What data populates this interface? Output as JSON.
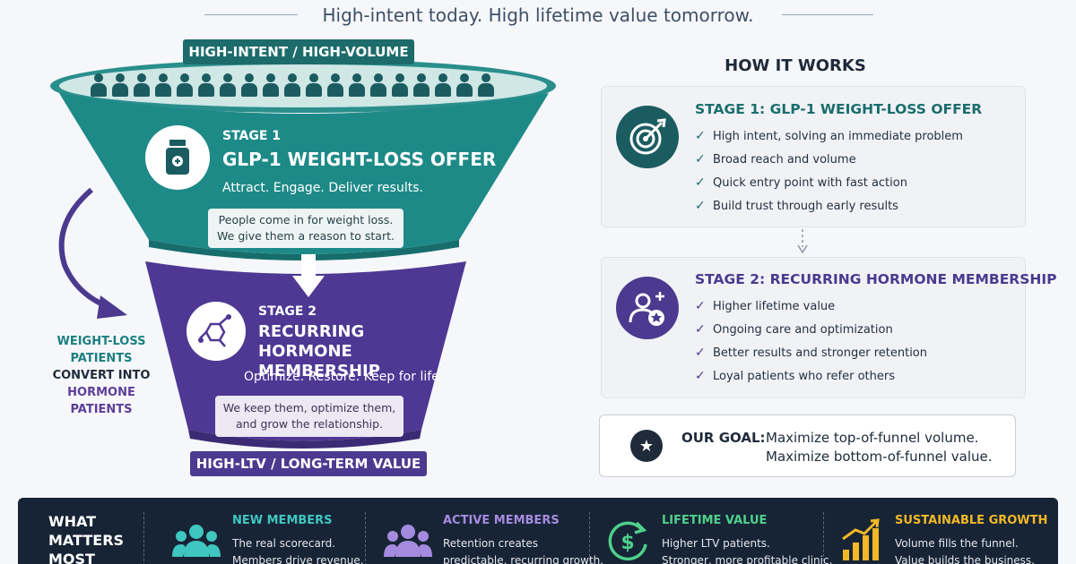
{
  "header": {
    "tagline": "High-intent today. High lifetime value tomorrow."
  },
  "funnel": {
    "top_label": "HIGH-INTENT / HIGH-VOLUME",
    "stage1": {
      "label": "STAGE 1",
      "title": "GLP-1 WEIGHT-LOSS OFFER",
      "subtitle": "Attract. Engage. Deliver results.",
      "note_line1": "People come in for weight loss.",
      "note_line2": "We give them a reason to start.",
      "icon": "medicine-bottle-icon",
      "color": "#1e8a88"
    },
    "stage2": {
      "label": "STAGE 2",
      "title_line1": "RECURRING HORMONE",
      "title_line2": "MEMBERSHIP",
      "subtitle": "Optimize. Restore. Keep for life.",
      "note_line1": "We keep them, optimize them,",
      "note_line2": "and grow the relationship.",
      "icon": "molecule-icon",
      "color": "#4f3894"
    },
    "bottom_label": "HIGH-LTV / LONG-TERM VALUE",
    "convert": {
      "line1": "WEIGHT-LOSS",
      "line2": "PATIENTS",
      "line3": "CONVERT INTO",
      "line4": "HORMONE",
      "line5": "PATIENTS"
    }
  },
  "how_it_works": {
    "title": "HOW IT WORKS",
    "stage1": {
      "title": "STAGE 1:  GLP-1 WEIGHT-LOSS OFFER",
      "icon": "target-icon",
      "bullets": [
        "High intent, solving an immediate problem",
        "Broad reach and volume",
        "Quick entry point with fast action",
        "Build trust through early results"
      ]
    },
    "stage2": {
      "title": "STAGE 2:  RECURRING HORMONE MEMBERSHIP",
      "icon": "member-star-icon",
      "bullets": [
        "Higher lifetime value",
        "Ongoing care and optimization",
        "Better results and stronger retention",
        "Loyal patients who refer others"
      ]
    },
    "goal": {
      "label": "OUR GOAL:",
      "line1": "Maximize top-of-funnel volume.",
      "line2": "Maximize bottom-of-funnel value."
    }
  },
  "bottom_band": {
    "title_line1": "WHAT",
    "title_line2": "MATTERS",
    "title_line3": "MOST",
    "metrics": [
      {
        "title": "NEW MEMBERS",
        "line1": "The real scorecard.",
        "line2": "Members drive revenue.",
        "color": "#3fc6c0",
        "icon": "group-icon"
      },
      {
        "title": "ACTIVE MEMBERS",
        "line1": "Retention creates",
        "line2": "predictable, recurring growth.",
        "color": "#a58be0",
        "icon": "group-icon"
      },
      {
        "title": "LIFETIME VALUE",
        "line1": "Higher LTV patients.",
        "line2": "Stronger, more profitable clinic.",
        "color": "#4fd08a",
        "icon": "dollar-cycle-icon"
      },
      {
        "title": "SUSTAINABLE GROWTH",
        "line1": "Volume fills the funnel.",
        "line2": "Value builds the business.",
        "color": "#f2b826",
        "icon": "growth-chart-icon"
      }
    ]
  }
}
